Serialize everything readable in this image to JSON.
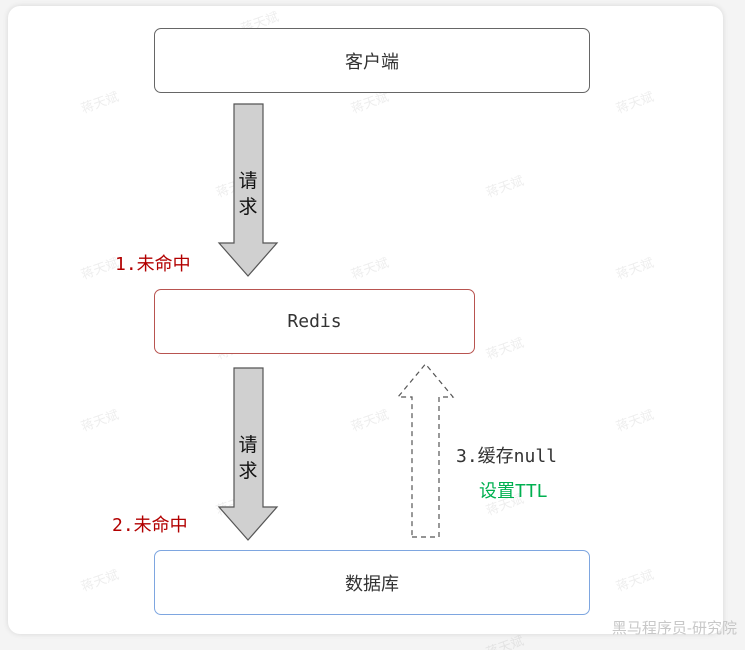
{
  "nodes": {
    "client": "客户端",
    "redis": "Redis",
    "database": "数据库"
  },
  "edges": {
    "request_1": "请求",
    "request_2": "请求",
    "miss_1": "1.未命中",
    "miss_2": "2.未命中",
    "cache_null": "3.缓存null",
    "set_ttl": "设置TTL"
  },
  "colors": {
    "redis_border": "#b85450",
    "db_border": "#7ea6e0",
    "miss_label": "#b20000",
    "ttl_label": "#00b050",
    "arrow_fill": "#d0d0d0"
  },
  "watermark": "蒋天斌",
  "source_mark": "黑马程序员-研究院"
}
